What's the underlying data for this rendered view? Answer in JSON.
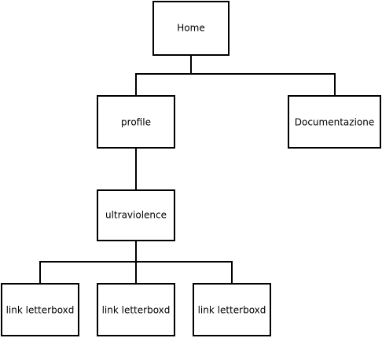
{
  "diagram": {
    "nodes": {
      "home": {
        "label": "Home"
      },
      "profile": {
        "label": "profile"
      },
      "documentazione": {
        "label": "Documentazione"
      },
      "ultraviolence": {
        "label": "ultraviolence"
      },
      "link1": {
        "label": "link letterboxd"
      },
      "link2": {
        "label": "link letterboxd"
      },
      "link3": {
        "label": "link letterboxd"
      }
    },
    "edges": [
      {
        "from": "home",
        "to": "profile"
      },
      {
        "from": "home",
        "to": "documentazione"
      },
      {
        "from": "profile",
        "to": "ultraviolence"
      },
      {
        "from": "ultraviolence",
        "to": "link1"
      },
      {
        "from": "ultraviolence",
        "to": "link2"
      },
      {
        "from": "ultraviolence",
        "to": "link3"
      }
    ]
  }
}
